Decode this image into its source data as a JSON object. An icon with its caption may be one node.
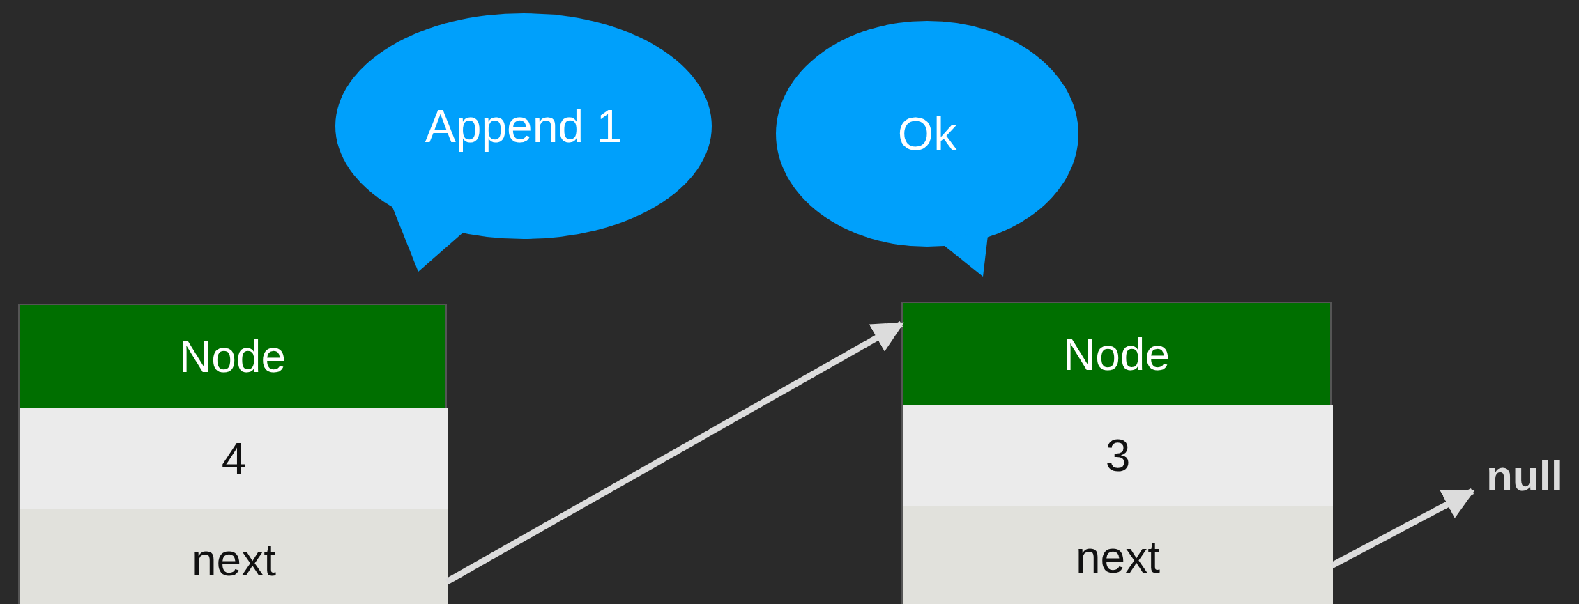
{
  "diagram": {
    "nodes": [
      {
        "text": [
          "Append 1"
        ]
      },
      {
        "text": [
          "Ok"
        ]
      },
      {
        "text": [
          "Node"
        ]
      },
      {
        "text": [
          "4"
        ],
        "in": 2
      },
      {
        "text": [
          "next"
        ],
        "in": 2
      },
      {
        "text": [
          "Node"
        ]
      },
      {
        "text": [
          "3"
        ],
        "in": 5
      },
      {
        "text": [
          "next"
        ],
        "in": 5
      },
      {
        "text": [
          "null"
        ]
      }
    ],
    "edges": [
      {
        "from": 4,
        "to": 5,
        "arrow": "to"
      },
      {
        "from": 7,
        "to": 8,
        "arrow": "to"
      }
    ]
  }
}
